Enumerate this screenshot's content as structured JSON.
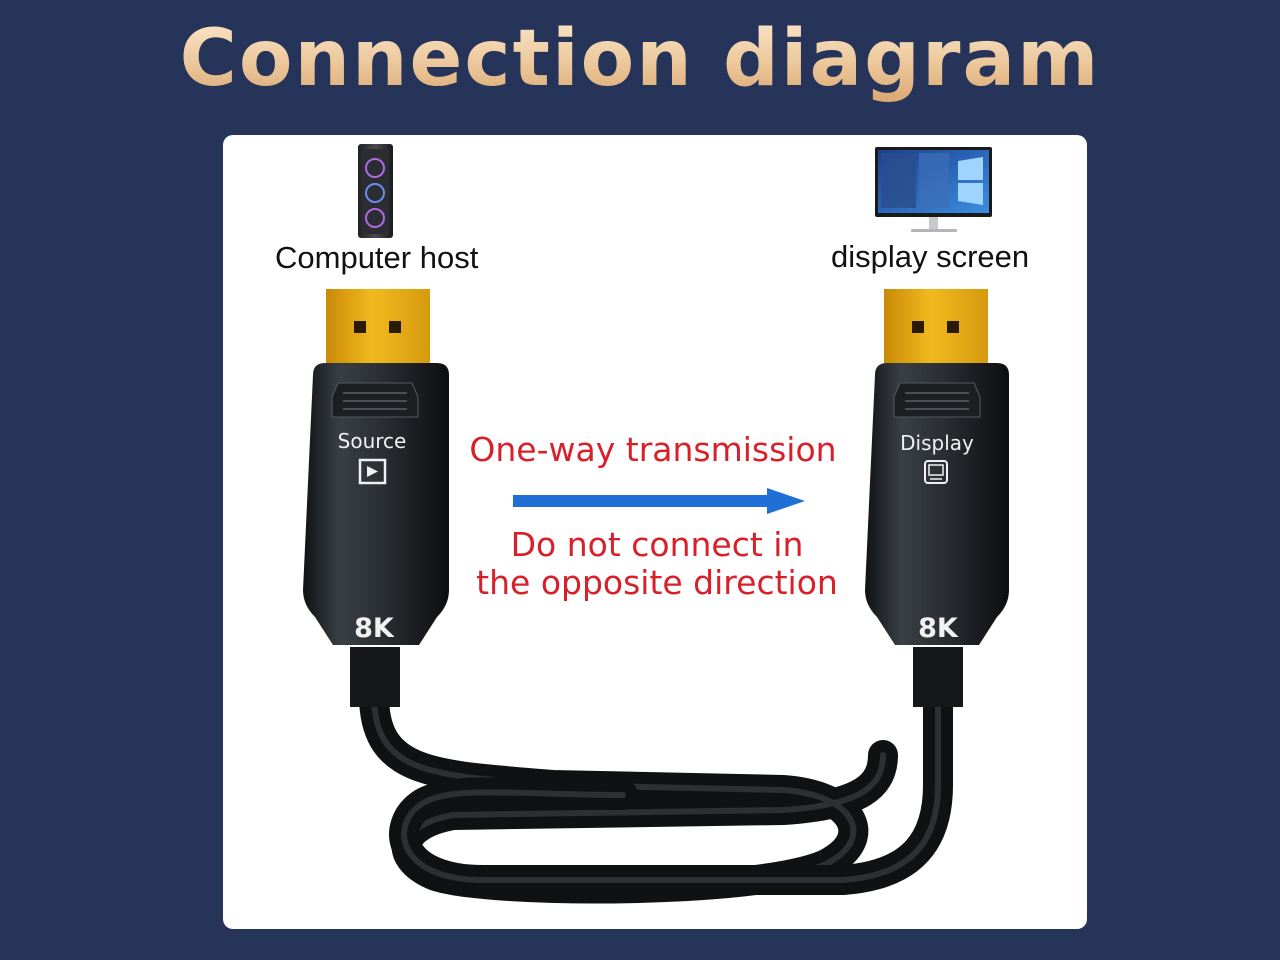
{
  "title": "Connection diagram",
  "source_device": {
    "label": "Computer host",
    "icon": "pc-tower-icon"
  },
  "target_device": {
    "label": "display screen",
    "icon": "monitor-icon"
  },
  "left_plug": {
    "label": "Source",
    "icon": "play-icon",
    "badge": "8K"
  },
  "right_plug": {
    "label": "Display",
    "icon": "screen-icon",
    "badge": "8K"
  },
  "transmission": {
    "direction_label": "One-way transmission",
    "warning_line1": "Do not connect in",
    "warning_line2": "the opposite direction",
    "arrow_color": "#1f6fd6",
    "text_color": "#d8202a"
  },
  "colors": {
    "background": "#263459",
    "card": "#ffffff",
    "title": "#ecc79b",
    "gold_plug": "#e3a10f"
  }
}
